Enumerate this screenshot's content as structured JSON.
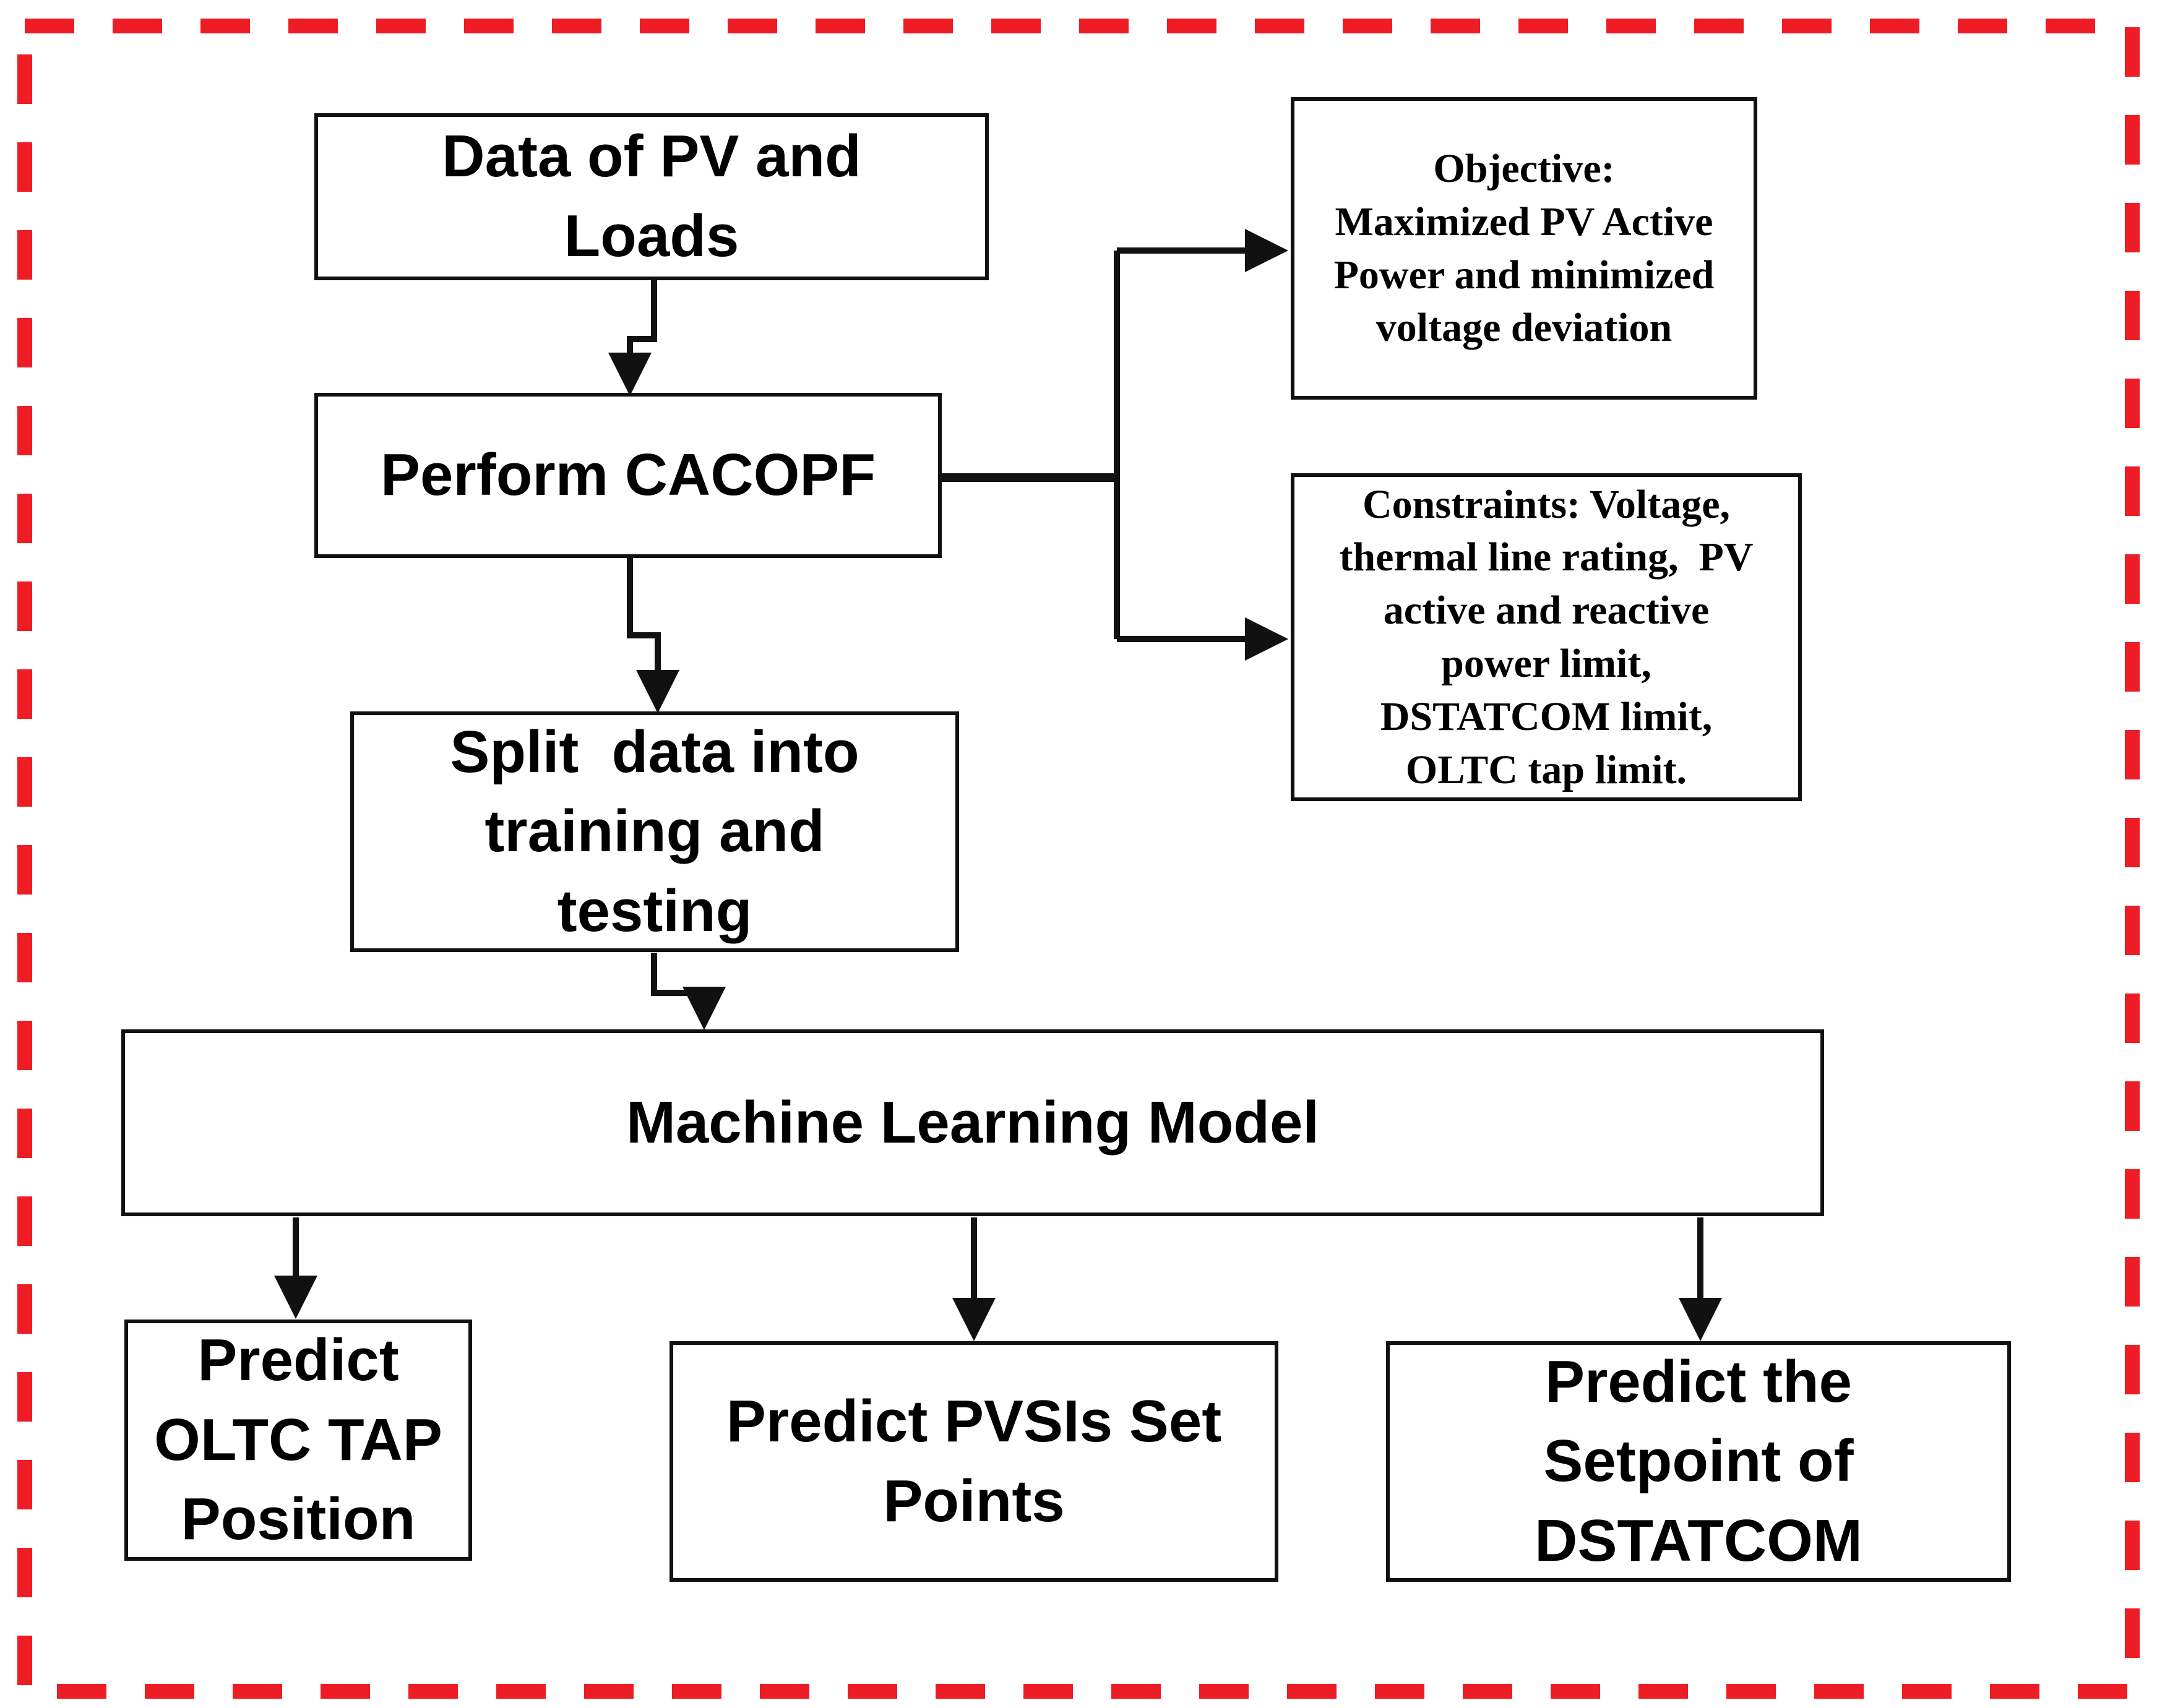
{
  "diagram": {
    "border_color": "#ee1c25",
    "line_color": "#111111",
    "nodes": {
      "data_pv_loads": {
        "lines": [
          "Data of PV and",
          "Loads"
        ]
      },
      "perform_cacopf": {
        "lines": [
          "Perform CACOPF"
        ]
      },
      "split_data": {
        "lines": [
          "Split  data into",
          "training and",
          "testing"
        ]
      },
      "objective": {
        "lines": [
          "Objective:",
          "Maximized PV Active",
          "Power and minimized",
          "voltage deviation"
        ]
      },
      "constraints": {
        "lines": [
          "Constraints: Voltage,",
          "thermal line rating,  PV",
          "active and reactive",
          "power limit,",
          "DSTATCOM limit,",
          "OLTC tap limit."
        ]
      },
      "ml_model": {
        "lines": [
          "Machine Learning Model"
        ]
      },
      "predict_oltc": {
        "lines": [
          "Predict",
          "OLTC TAP",
          "Position"
        ]
      },
      "predict_pvsi": {
        "lines": [
          "Predict PVSIs Set",
          "Points"
        ]
      },
      "predict_dstatcom": {
        "lines": [
          "Predict the",
          "Setpoint of",
          "DSTATCOM"
        ]
      }
    }
  }
}
